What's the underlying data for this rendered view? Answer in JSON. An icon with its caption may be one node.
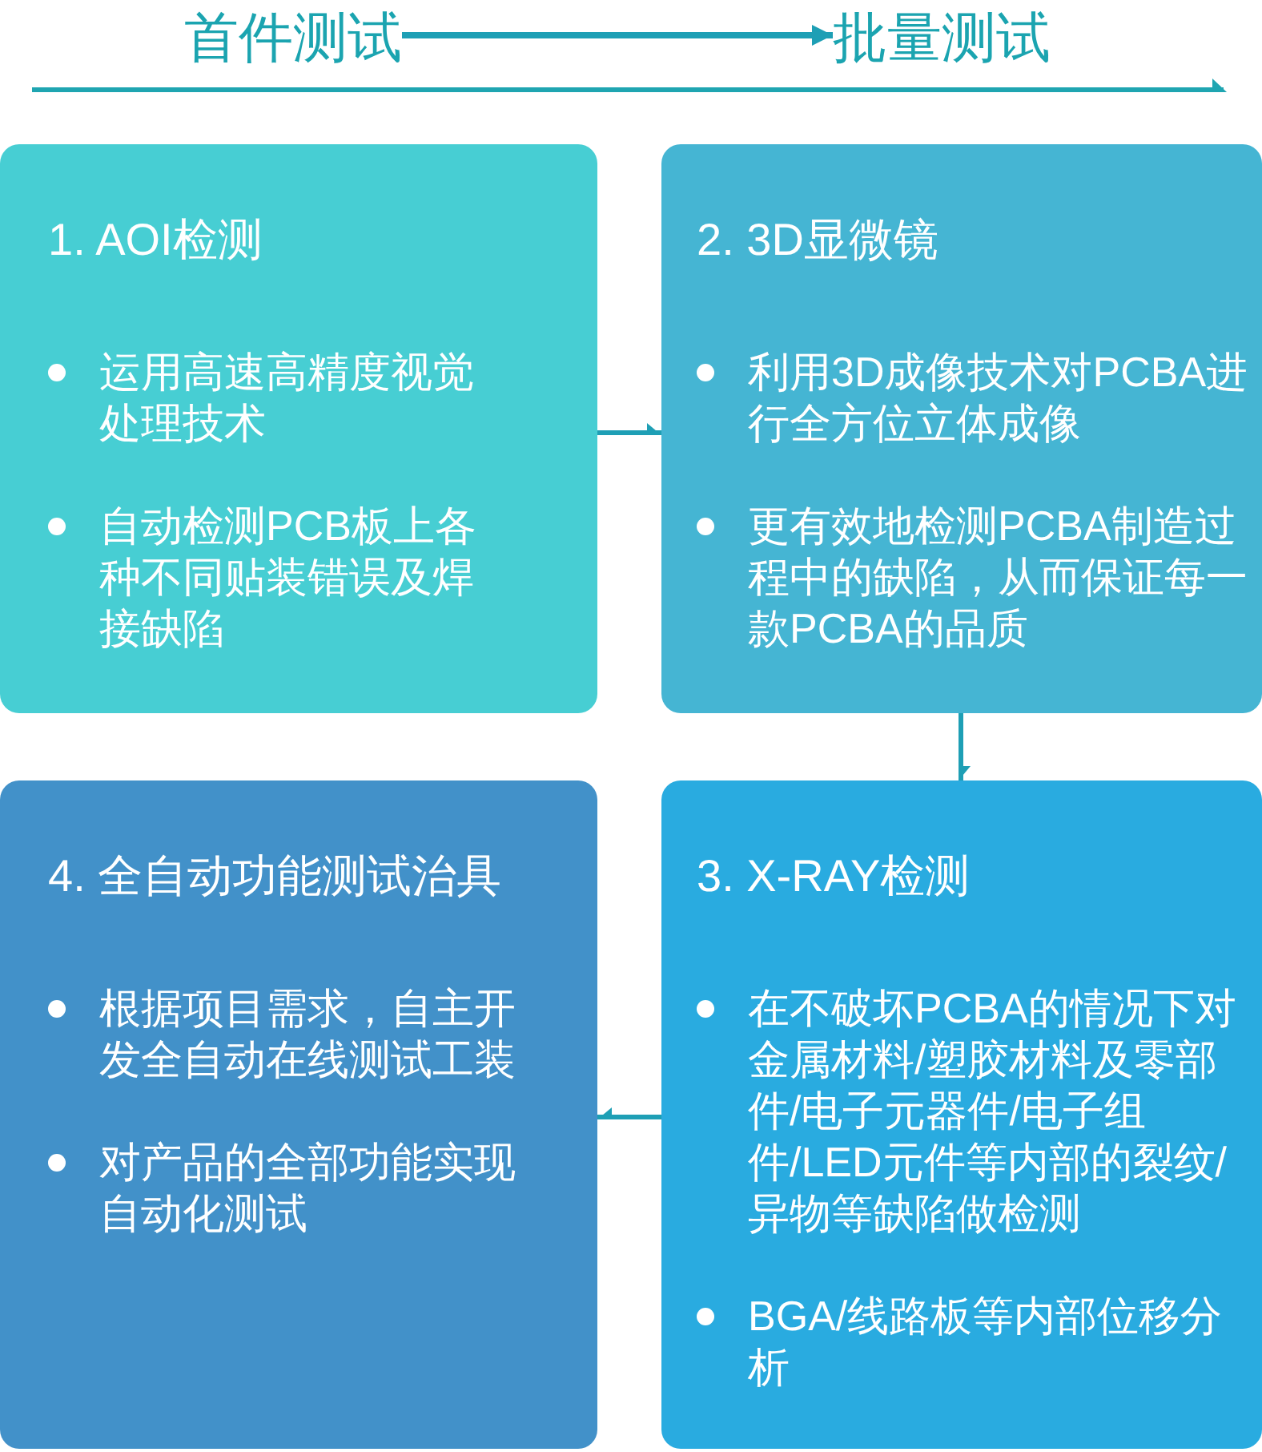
{
  "diagram": {
    "nodes": [
      {
        "text": [
          "首件测试"
        ]
      },
      {
        "text": [
          "批量测试"
        ]
      },
      {
        "text": [
          "1. AOI检测",
          "运用高速高精度视觉处理技术",
          "自动检测PCB板上各种不同贴装错误及焊接缺陷"
        ]
      },
      {
        "text": [
          "2. 3D显微镜",
          "利用3D成像技术对PCBA进行全方位立体成像",
          "更有效地检测PCBA制造过程中的缺陷，从而保证每一款PCBA的品质"
        ]
      },
      {
        "text": [
          "3. X-RAY检测",
          "在不破坏PCBA的情况下对金属材料/塑胶材料及零部件/电子元器件/电子组件/LED元件等内部的裂纹/异物等缺陷做检测",
          "BGA/线路板等内部位移分析"
        ]
      },
      {
        "text": [
          "4. 全自动功能测试治具",
          "根据项目需求，自主开发全自动在线测试工装",
          "对产品的全部功能实现自动化测试"
        ]
      }
    ],
    "edges": [
      {
        "from": 0,
        "to": 1,
        "arrow": "to"
      },
      {
        "from": 2,
        "to": 3,
        "arrow": "to"
      },
      {
        "from": 3,
        "to": 4,
        "arrow": "to"
      },
      {
        "from": 4,
        "to": 5,
        "arrow": "to"
      }
    ]
  }
}
